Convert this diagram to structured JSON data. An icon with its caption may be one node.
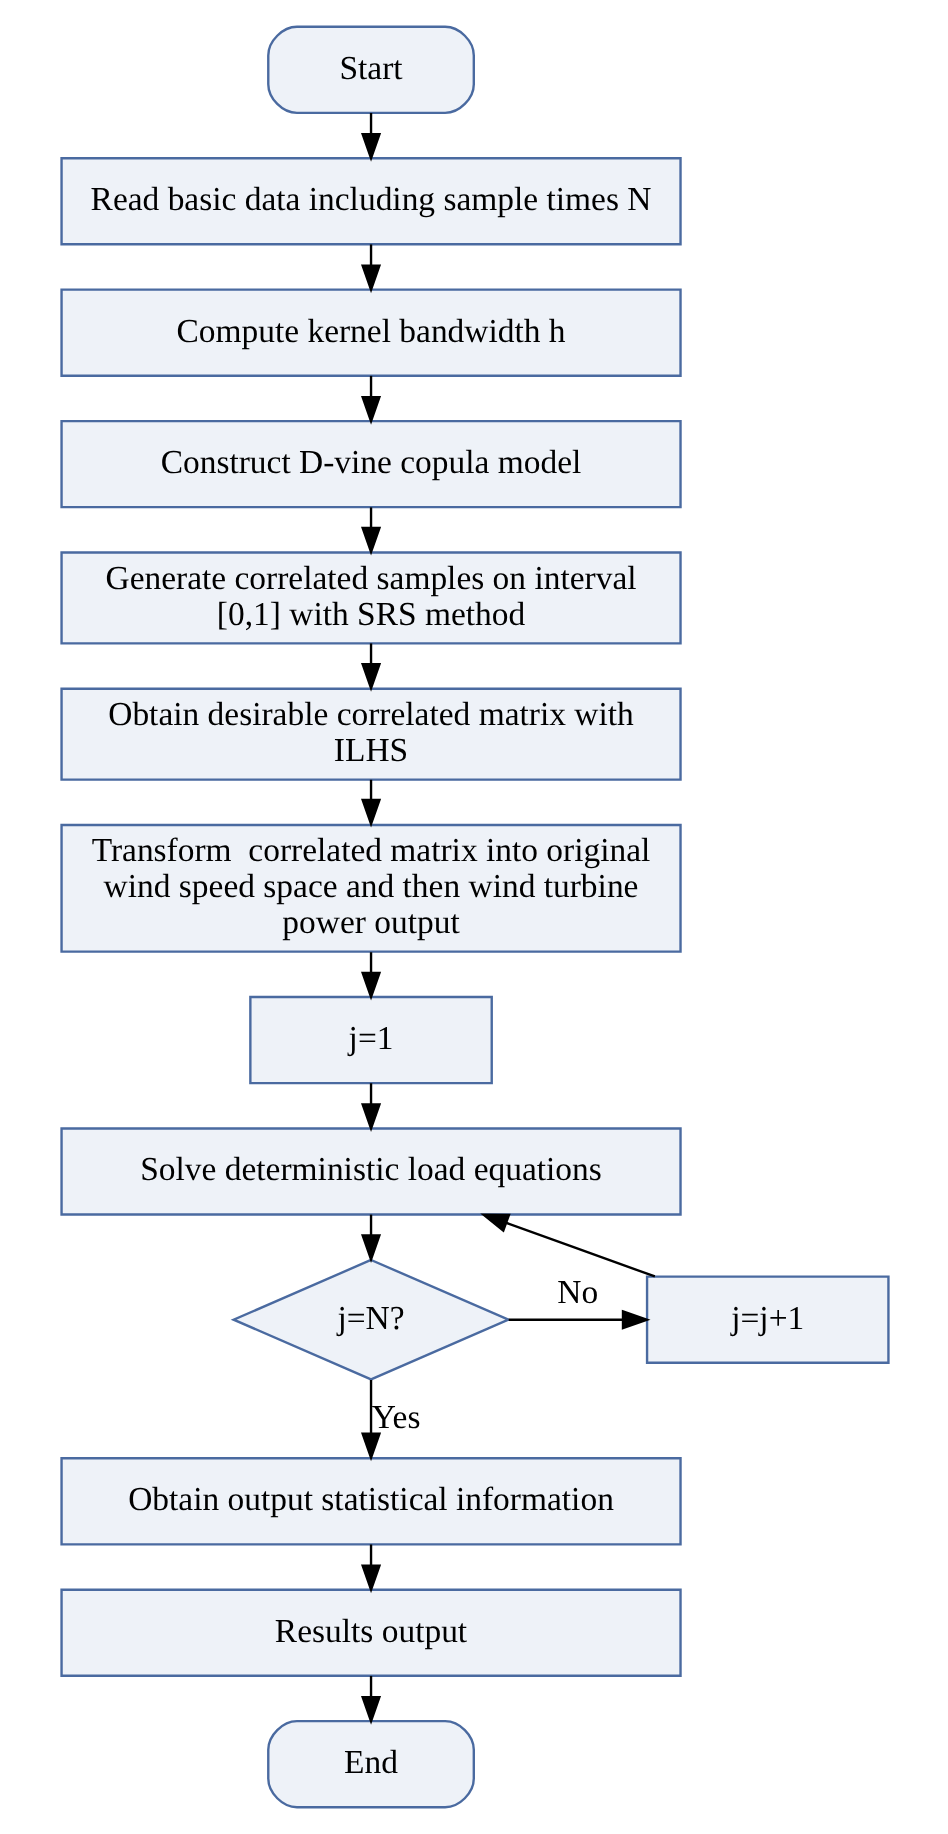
{
  "diagram": {
    "nodes": [
      {
        "text": [
          "Start"
        ]
      },
      {
        "text": [
          "Read basic data including sample times N"
        ]
      },
      {
        "text": [
          "Compute kernel bandwidth h"
        ]
      },
      {
        "text": [
          "Construct D-vine copula model"
        ]
      },
      {
        "text": [
          "Generate correlated samples on interval [0,1] with SRS method"
        ]
      },
      {
        "text": [
          "Obtain desirable correlated matrix with ILHS"
        ]
      },
      {
        "text": [
          "Transform  correlated matrix into original wind speed space and then wind turbine power output"
        ]
      },
      {
        "text": [
          "j=1"
        ]
      },
      {
        "text": [
          "Solve deterministic load equations"
        ]
      },
      {
        "text": [
          "j=N?"
        ]
      },
      {
        "text": [
          "j=j+1"
        ]
      },
      {
        "text": [
          "Obtain output statistical information"
        ]
      },
      {
        "text": [
          "Results output"
        ]
      },
      {
        "text": [
          "End"
        ]
      }
    ],
    "edges": [
      {
        "from": 0,
        "to": 1,
        "arrow": "to"
      },
      {
        "from": 1,
        "to": 2,
        "arrow": "to"
      },
      {
        "from": 2,
        "to": 3,
        "arrow": "to"
      },
      {
        "from": 3,
        "to": 4,
        "arrow": "to"
      },
      {
        "from": 4,
        "to": 5,
        "arrow": "to"
      },
      {
        "from": 5,
        "to": 6,
        "arrow": "to"
      },
      {
        "from": 6,
        "to": 7,
        "arrow": "to"
      },
      {
        "from": 7,
        "to": 8,
        "arrow": "to"
      },
      {
        "from": 8,
        "to": 9,
        "arrow": "to"
      },
      {
        "from": 9,
        "to": 10,
        "arrow": "to",
        "label": "No"
      },
      {
        "from": 10,
        "to": 8,
        "arrow": "to"
      },
      {
        "from": 9,
        "to": 11,
        "arrow": "to",
        "label": "Yes"
      },
      {
        "from": 11,
        "to": 12,
        "arrow": "to"
      },
      {
        "from": 12,
        "to": 13,
        "arrow": "to"
      }
    ]
  }
}
